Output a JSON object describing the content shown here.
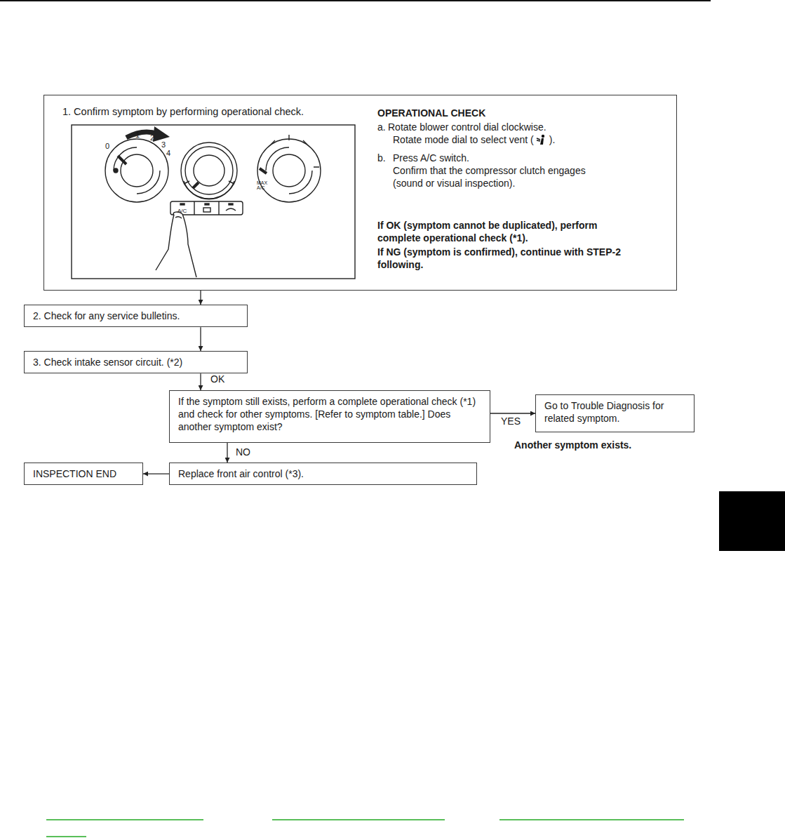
{
  "diagram": {
    "nodes": [
      {
        "text": [
          "1. Confirm symptom by performing operational check.",
          "OPERATIONAL CHECK",
          "a.",
          "Rotate blower control dial clockwise.",
          "Rotate mode dial to select vent (",
          ").",
          "b.",
          "Press A/C switch.",
          "Confirm that the compressor clutch engages (sound or visual inspection).",
          "If OK (symptom cannot be duplicated), perform complete operational check (*1).",
          "If NG (symptom is confirmed), continue with STEP-2 following."
        ]
      },
      {
        "text": [
          "2. Check for any service bulletins."
        ]
      },
      {
        "text": [
          "3. Check intake sensor circuit. (*2)"
        ]
      },
      {
        "text": [
          "If the symptom still exists, perform a complete operational check (*1) and check for other symptoms. [Refer to symptom table.] Does another symptom exist?"
        ]
      },
      {
        "text": [
          "Go to Trouble Diagnosis for related symptom."
        ]
      },
      {
        "text": [
          "Replace front air control (*3)."
        ]
      },
      {
        "text": [
          "INSPECTION END"
        ]
      }
    ],
    "edges": [
      {
        "from": 0,
        "to": 1,
        "arrow": "to"
      },
      {
        "from": 1,
        "to": 2,
        "arrow": "to"
      },
      {
        "from": 2,
        "to": 3,
        "label": "OK",
        "arrow": "to"
      },
      {
        "from": 3,
        "to": 4,
        "label": "YES",
        "arrow": "to"
      },
      {
        "from": 3,
        "to": 5,
        "label": "NO",
        "arrow": "to"
      },
      {
        "from": 5,
        "to": 6,
        "arrow": "to"
      }
    ],
    "labels": [
      "0",
      "1",
      "2",
      "3",
      "4",
      "A/C",
      "MAX A/C",
      "Another symptom exists."
    ]
  }
}
